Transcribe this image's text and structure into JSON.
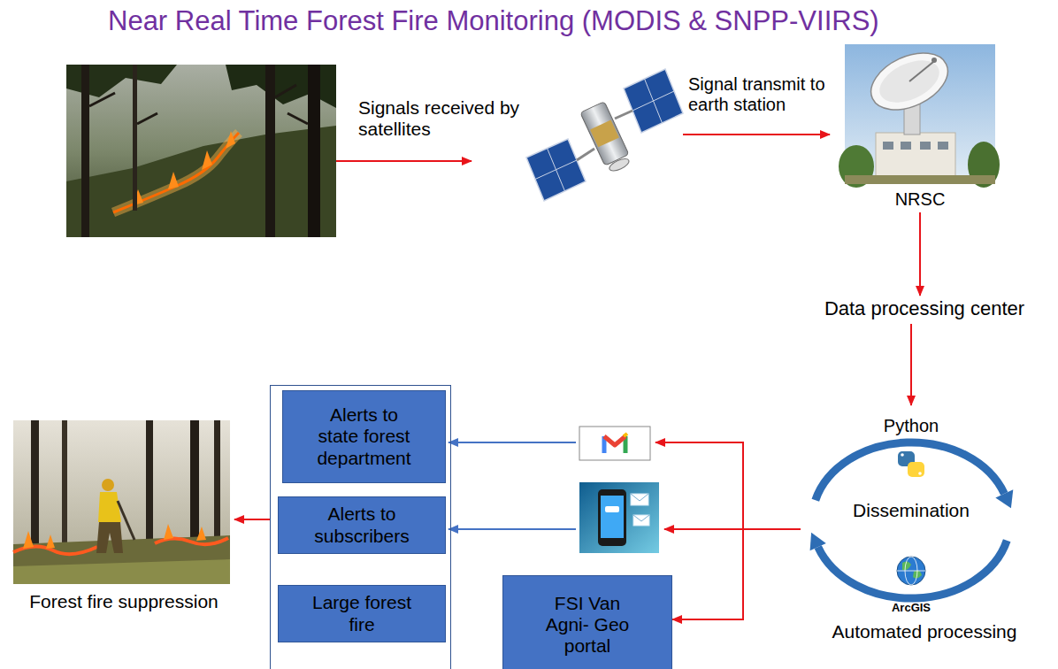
{
  "diagram": {
    "title": "Near Real Time Forest Fire Monitoring (MODIS & SNPP-VIIRS)",
    "nodes": [
      {
        "text": [
          "NRSC"
        ]
      },
      {
        "text": [
          "Data processing center"
        ]
      },
      {
        "text": [
          "Python",
          "Dissemination",
          "ArcGIS",
          "Automated processing"
        ]
      },
      {
        "text": [
          "Forest fire suppression"
        ]
      },
      {
        "text": []
      },
      {
        "text": [
          "Alerts to state forest department"
        ],
        "in": 4
      },
      {
        "text": [
          "Alerts to subscribers"
        ],
        "in": 4
      },
      {
        "text": [
          "Large forest fire"
        ],
        "in": 4
      },
      {
        "text": [
          "FSI Van Agni- Geo portal"
        ]
      }
    ],
    "edges": [
      {
        "from": 0,
        "to": 1,
        "arrow": "to"
      },
      {
        "from": 1,
        "to": 2,
        "arrow": "to"
      },
      {
        "from": 2,
        "to": 8,
        "arrow": "to"
      },
      {
        "from": 4,
        "to": 3,
        "arrow": "to"
      }
    ],
    "labels": [
      "Signals received by satellites",
      "Signal transmit to earth station"
    ]
  }
}
